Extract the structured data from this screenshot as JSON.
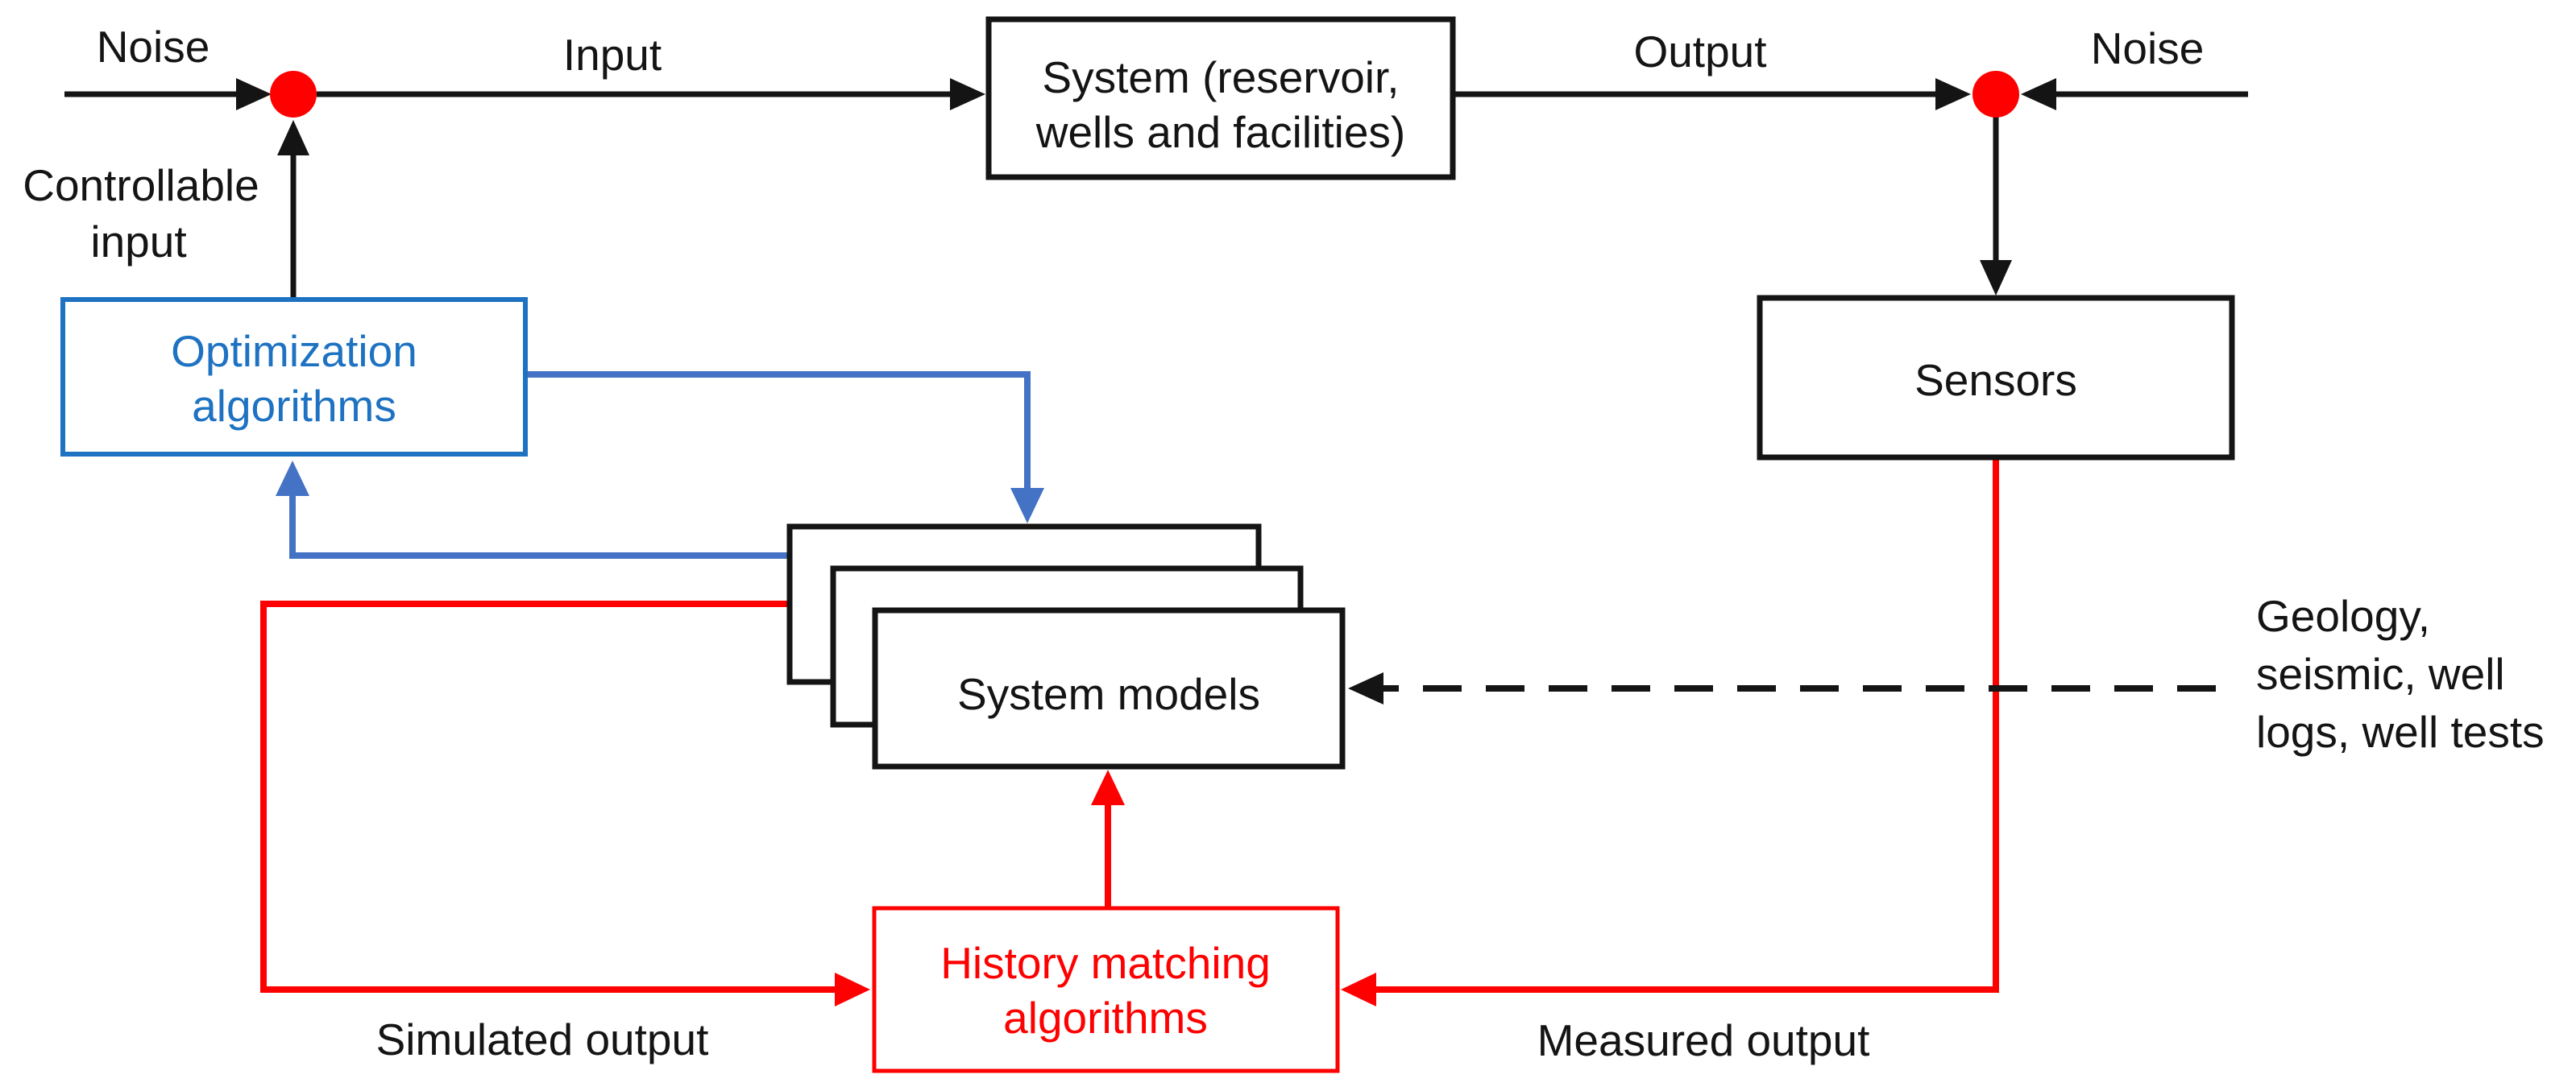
{
  "colors": {
    "ink": "#141414",
    "red": "#fe0000",
    "blue-box": "#1e72c2",
    "blue-line": "#4472c4"
  },
  "labels": {
    "noise_left": "Noise",
    "noise_right": "Noise",
    "input": "Input",
    "output": "Output",
    "controllable_line1": "Controllable",
    "controllable_line2": "input",
    "simulated_output": "Simulated output",
    "measured_output": "Measured output"
  },
  "boxes": {
    "system": {
      "line1": "System (reservoir,",
      "line2": "wells and facilities)"
    },
    "sensors": {
      "label": "Sensors"
    },
    "optimization": {
      "line1": "Optimization",
      "line2": "algorithms"
    },
    "system_models": {
      "label": "System models"
    },
    "history_matching": {
      "line1": "History matching",
      "line2": "algorithms"
    }
  },
  "annotations": {
    "geology": {
      "lines": [
        "Geology,",
        "seismic, well",
        "logs, well tests"
      ]
    }
  }
}
